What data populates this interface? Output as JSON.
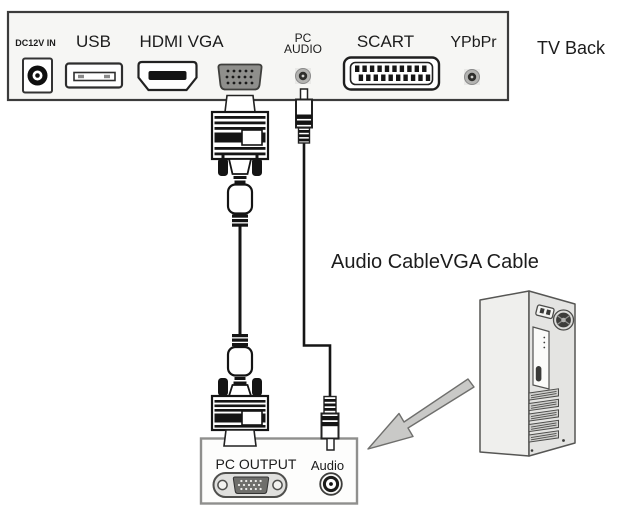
{
  "tv_panel": {
    "title": "TV Back",
    "ports": {
      "dc_power": "DC12V IN",
      "usb": "USB",
      "hdmi_vga": "HDMI VGA",
      "pc_audio_line1": "PC",
      "pc_audio_line2": "AUDIO",
      "scart": "SCART",
      "ypbpr": "YPbPr"
    }
  },
  "cables": {
    "label": "Audio CableVGA Cable"
  },
  "pc_output_box": {
    "vga_port_label": "PC OUTPUT",
    "audio_port_label": "Audio"
  },
  "colors": {
    "outline": "#3c3c3c",
    "panel_fill": "#f6f6f4",
    "arrow_fill": "#c9c9c7",
    "tower_side_fill": "#efefed",
    "tower_rear_fill": "#e4e4e2"
  }
}
